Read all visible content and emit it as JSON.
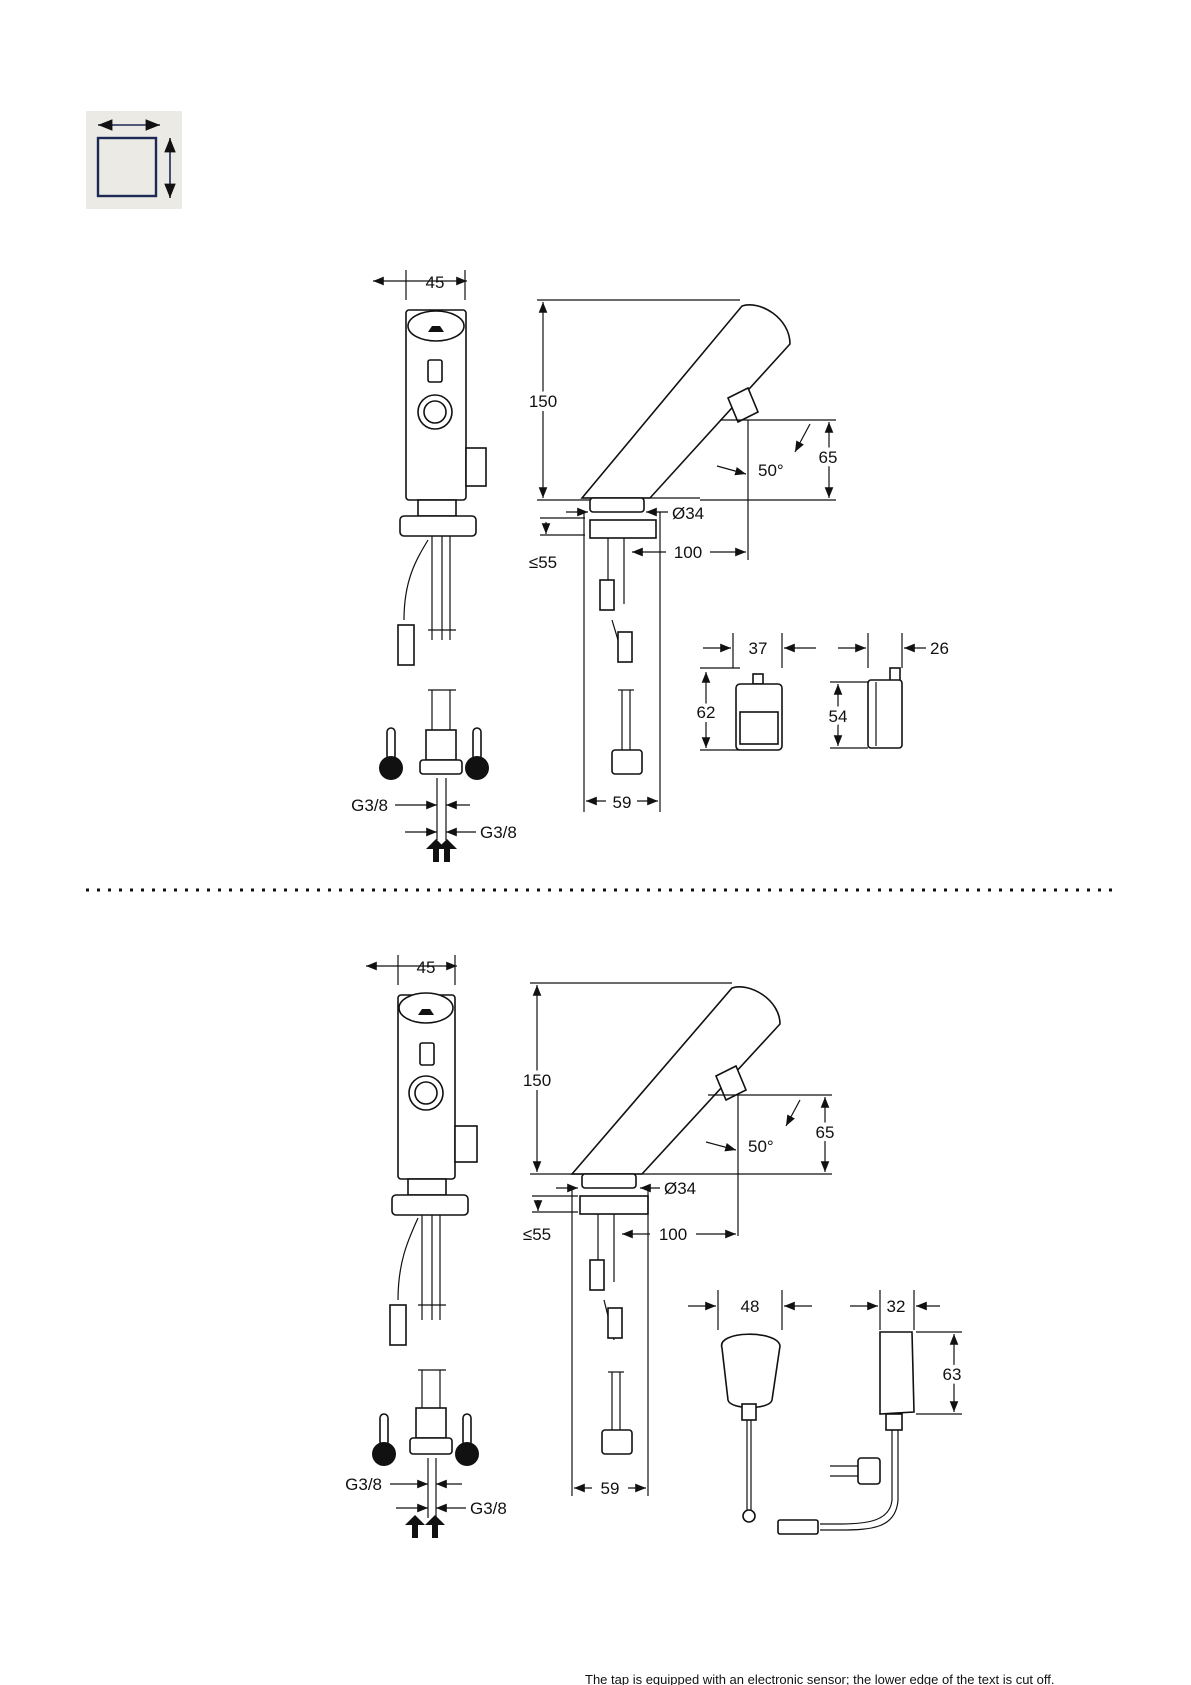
{
  "dimension_icon": {
    "name": "dimensions-icon",
    "bg": "#eceae4",
    "stroke": "#1d2a55"
  },
  "variant_top": {
    "front_width": "45",
    "height": "150",
    "sensor_height": "65",
    "sensor_angle": "50°",
    "base_diameter": "Ø34",
    "reach": "100",
    "max_thickness": "≤55",
    "base_width": "59",
    "connection_left": "G3/8",
    "connection_right": "G3/8",
    "battery_width": "37",
    "battery_height": "62",
    "battery_depth": "26",
    "battery_side_height": "54"
  },
  "variant_bottom": {
    "front_width": "45",
    "height": "150",
    "sensor_height": "65",
    "sensor_angle": "50°",
    "base_diameter": "Ø34",
    "reach": "100",
    "max_thickness": "≤55",
    "base_width": "59",
    "connection_left": "G3/8",
    "connection_right": "G3/8",
    "box_width": "48",
    "adapter_width": "32",
    "adapter_height": "63"
  },
  "separator": {
    "style": "dotted"
  },
  "footer_text": "The tap is equipped with an electronic sensor; the lower edge of the text is cut off."
}
